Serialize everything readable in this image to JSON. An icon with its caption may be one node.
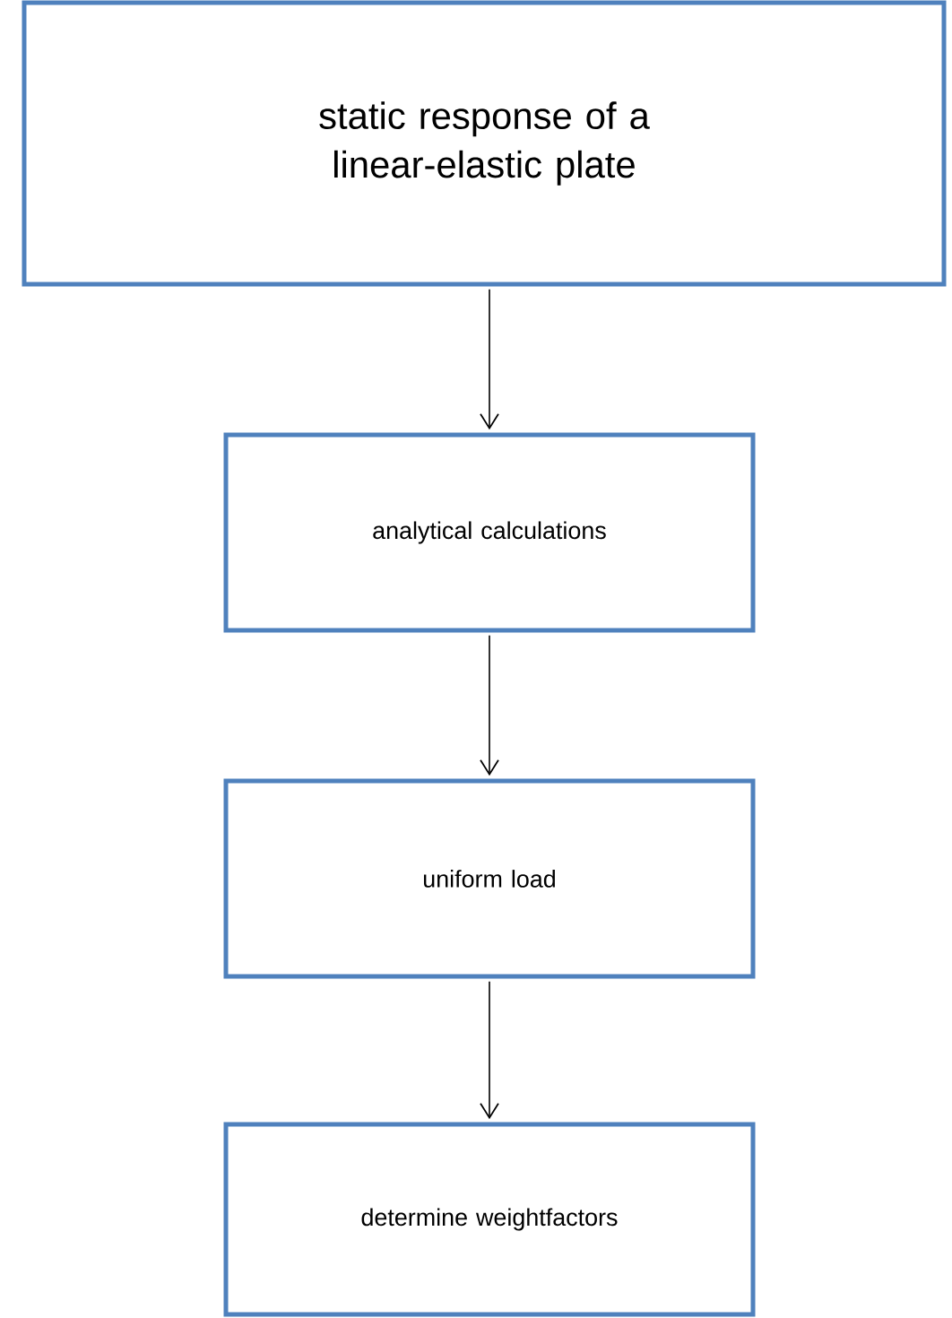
{
  "diagram": {
    "nodes": [
      {
        "text": [
          "static response of a linear-elastic plate"
        ]
      },
      {
        "text": [
          "analytical calculations"
        ]
      },
      {
        "text": [
          "uniform load"
        ]
      },
      {
        "text": [
          "determine weightfactors"
        ]
      }
    ],
    "edges": [
      {
        "from": 0,
        "to": 1,
        "arrow": "to"
      },
      {
        "from": 1,
        "to": 2,
        "arrow": "to"
      },
      {
        "from": 2,
        "to": 3,
        "arrow": "to"
      }
    ]
  }
}
